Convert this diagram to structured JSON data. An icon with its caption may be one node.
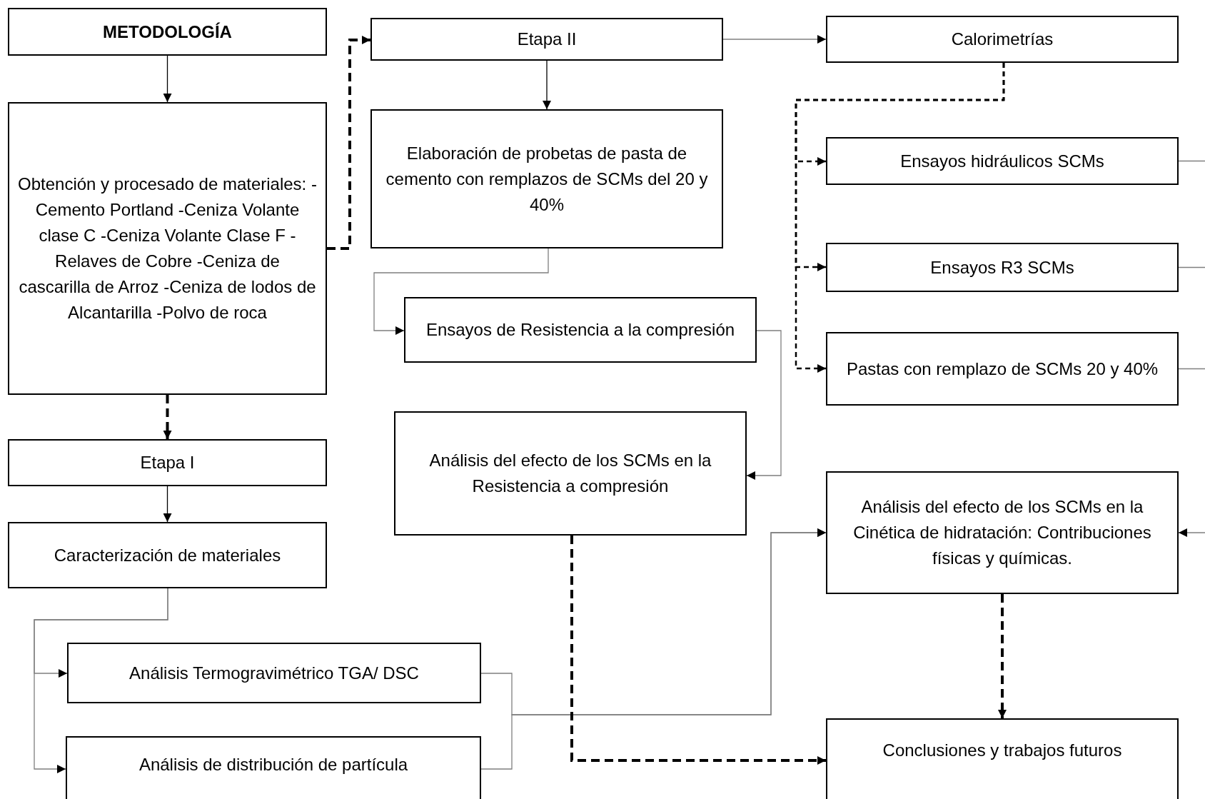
{
  "diagram": {
    "nodes": [
      {
        "text": [
          "METODOLOGÍA"
        ]
      },
      {
        "text": [
          "Obtención y procesado de materiales: -Cemento Portland -Ceniza Volante clase C -Ceniza Volante Clase F -Relaves de Cobre -Ceniza de cascarilla de Arroz -Ceniza de lodos de Alcantarilla -Polvo de roca"
        ]
      },
      {
        "text": [
          "Etapa I"
        ]
      },
      {
        "text": [
          "Caracterización de materiales"
        ]
      },
      {
        "text": [
          "Análisis Termogravimétrico TGA/ DSC"
        ]
      },
      {
        "text": [
          "Análisis de distribución de partícula"
        ]
      },
      {
        "text": [
          "Etapa II"
        ]
      },
      {
        "text": [
          "Elaboración de probetas de pasta de cemento con remplazos de SCMs del 20 y 40%"
        ]
      },
      {
        "text": [
          "Ensayos de Resistencia a la compresión"
        ]
      },
      {
        "text": [
          "Análisis del efecto de los SCMs en la Resistencia a compresión"
        ]
      },
      {
        "text": [
          "Calorimetrías"
        ]
      },
      {
        "text": [
          "Ensayos hidráulicos SCMs"
        ]
      },
      {
        "text": [
          "Ensayos R3 SCMs"
        ]
      },
      {
        "text": [
          "Pastas con remplazo de SCMs 20 y 40%"
        ]
      },
      {
        "text": [
          "Análisis del efecto de los SCMs en la Cinética de hidratación: Contribuciones físicas y químicas."
        ]
      },
      {
        "text": [
          "Conclusiones y trabajos futuros"
        ]
      }
    ],
    "edges": [
      {
        "from": 0,
        "to": 1,
        "arrow": "to",
        "color": "#000000"
      },
      {
        "from": 1,
        "to": 6,
        "arrow": "to",
        "style": "dashed",
        "color": "#000000"
      },
      {
        "from": 1,
        "to": 2,
        "arrow": "to",
        "style": "dashed",
        "color": "#000000"
      },
      {
        "from": 2,
        "to": 3,
        "arrow": "to",
        "color": "#000000"
      },
      {
        "from": 3,
        "to": 4,
        "arrow": "to"
      },
      {
        "from": 3,
        "to": 5,
        "arrow": "to"
      },
      {
        "from": 6,
        "to": 7,
        "arrow": "to",
        "color": "#000000"
      },
      {
        "from": 6,
        "to": 10,
        "arrow": "to"
      },
      {
        "from": 7,
        "to": 8,
        "arrow": "to"
      },
      {
        "from": 8,
        "to": 9,
        "arrow": "to"
      },
      {
        "from": 4,
        "to": 14,
        "arrow": "to"
      },
      {
        "from": 5,
        "to": 14,
        "arrow": "to"
      },
      {
        "from": 10,
        "to": 11,
        "arrow": "to",
        "style": "dashed",
        "color": "#000000"
      },
      {
        "from": 10,
        "to": 12,
        "arrow": "to",
        "style": "dashed",
        "color": "#000000"
      },
      {
        "from": 10,
        "to": 13,
        "arrow": "to",
        "style": "dashed",
        "color": "#000000"
      },
      {
        "from": 9,
        "to": 15,
        "arrow": "to",
        "style": "dashed",
        "color": "#000000"
      },
      {
        "from": 14,
        "to": 15,
        "arrow": "to",
        "style": "dashed",
        "color": "#000000"
      },
      {
        "from": 11,
        "to": null,
        "arrow": "none"
      },
      {
        "from": 12,
        "to": null,
        "arrow": "none"
      },
      {
        "from": 13,
        "to": null,
        "arrow": "none"
      },
      {
        "from": null,
        "to": 14,
        "arrow": "to"
      }
    ]
  }
}
